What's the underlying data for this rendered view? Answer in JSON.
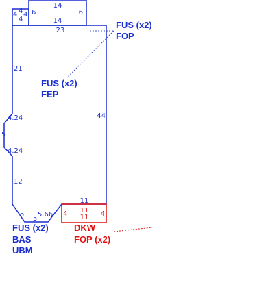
{
  "colors": {
    "blue": "#1a2fd0",
    "red": "#e01010",
    "dotted": "#4050c8",
    "bg": "#ffffff"
  },
  "dimensions": {
    "top_box_top": "14",
    "top_box_bottom": "14",
    "top_box_left": "6",
    "top_box_right": "6",
    "corner_top_a": "4",
    "corner_top_b": "4",
    "corner_left": "4",
    "corner_right": "4",
    "top_width": "23",
    "left_upper": "21",
    "right_side": "44",
    "chamfer_upper": "4.24",
    "notch_depth": "5",
    "chamfer_lower": "4.24",
    "left_lower": "12",
    "bottom_chamfer": "5",
    "bottom_seg": "5",
    "bottom_diag": "5.66",
    "step_top": "11",
    "red_left": "4",
    "red_top": "11",
    "red_bottom": "11",
    "red_right": "4"
  },
  "labels": {
    "fus_fop": [
      "FUS (x2)",
      "FOP"
    ],
    "fus_fep": [
      "FUS (x2)",
      "FEP"
    ],
    "fus_bas_ubm": [
      "FUS (x2)",
      "BAS",
      "UBM"
    ],
    "dkw_fop": [
      "DKW",
      "FOP (x2)"
    ]
  }
}
